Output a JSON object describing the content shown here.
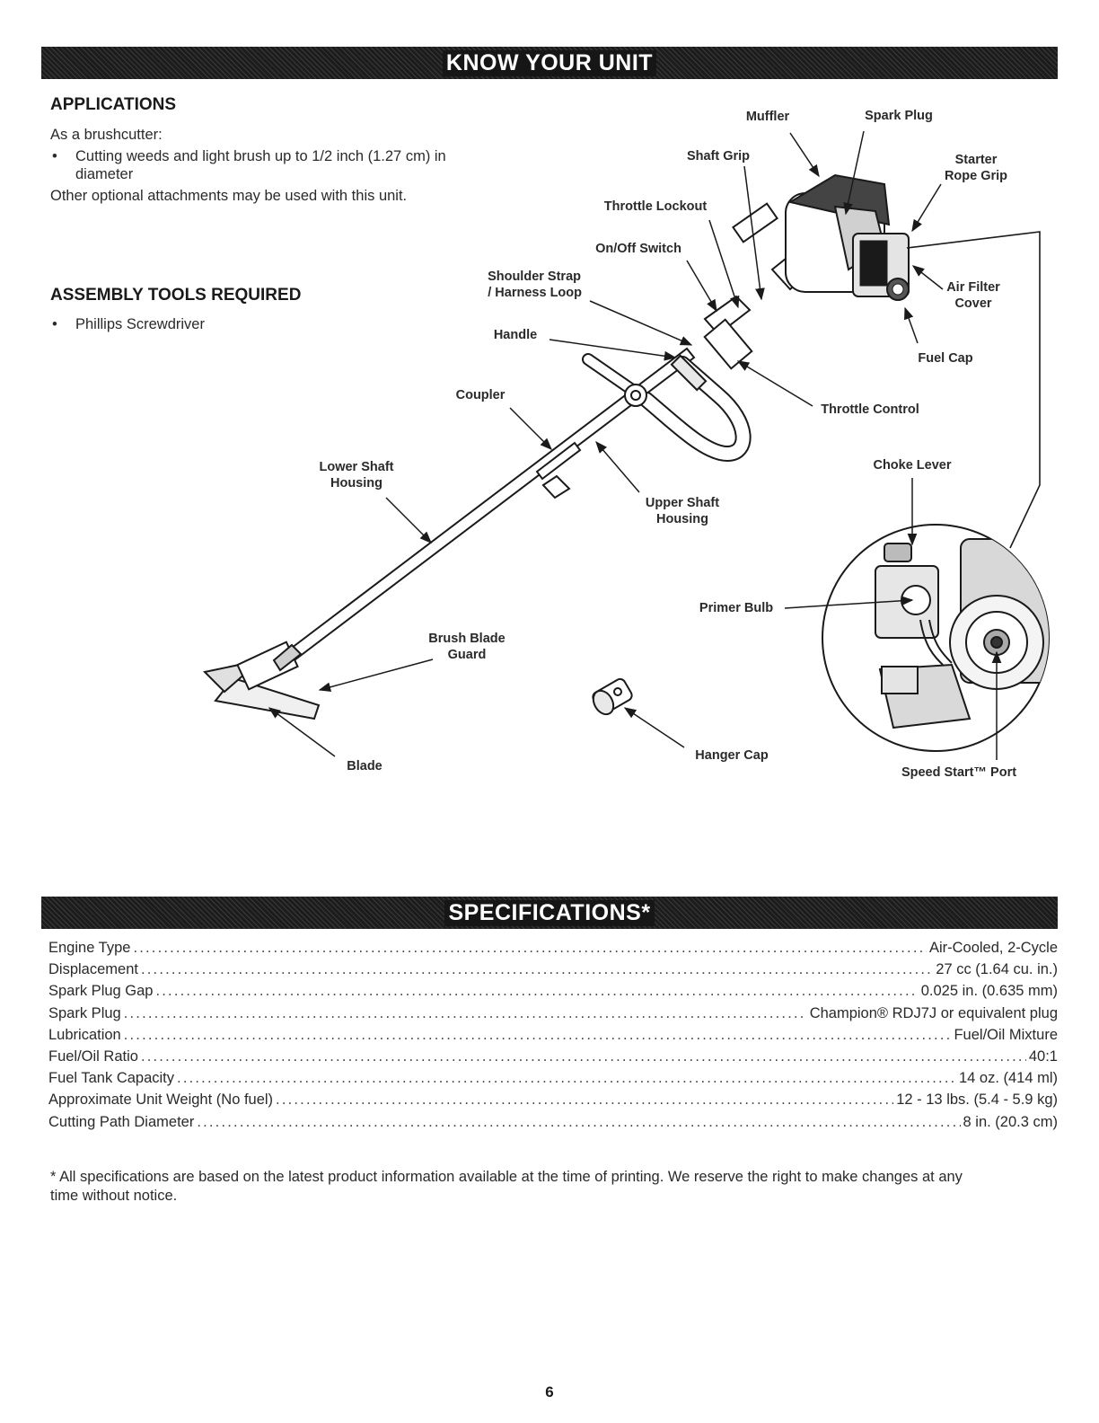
{
  "banners": {
    "know_your_unit": "KNOW YOUR UNIT",
    "specifications": "SPECIFICATIONS*"
  },
  "applications": {
    "title": "APPLICATIONS",
    "intro": "As a brushcutter:",
    "bullet_line1": "Cutting weeds and light brush up to 1/2 inch (1.27 cm) in",
    "bullet_line2": "diameter",
    "note": "Other optional attachments may be used with this unit."
  },
  "assembly_tools": {
    "title": "ASSEMBLY TOOLS REQUIRED",
    "item": "Phillips Screwdriver"
  },
  "diagram_labels": {
    "muffler": "Muffler",
    "spark_plug": "Spark Plug",
    "shaft_grip": "Shaft Grip",
    "starter_line1": "Starter",
    "starter_line2": "Rope Grip",
    "throttle_lockout": "Throttle Lockout",
    "on_off_switch": "On/Off Switch",
    "shoulder_line1": "Shoulder Strap",
    "shoulder_line2": "/ Harness Loop",
    "air_filter_line1": "Air Filter",
    "air_filter_line2": "Cover",
    "handle": "Handle",
    "fuel_cap": "Fuel Cap",
    "coupler": "Coupler",
    "throttle_control": "Throttle Control",
    "lower_shaft_line1": "Lower Shaft",
    "lower_shaft_line2": "Housing",
    "choke_lever": "Choke Lever",
    "upper_shaft_line1": "Upper Shaft",
    "upper_shaft_line2": "Housing",
    "primer_bulb": "Primer Bulb",
    "brush_guard_line1": "Brush Blade",
    "brush_guard_line2": "Guard",
    "blade": "Blade",
    "hanger_cap": "Hanger Cap",
    "speed_start_port": "Speed Start™ Port"
  },
  "specifications": [
    {
      "label": "Engine Type",
      "value": "Air-Cooled, 2-Cycle"
    },
    {
      "label": "Displacement",
      "value": "27 cc (1.64 cu. in.)"
    },
    {
      "label": "Spark Plug Gap",
      "value": "0.025 in. (0.635 mm)"
    },
    {
      "label": "Spark Plug",
      "value": "Champion® RDJ7J or equivalent plug"
    },
    {
      "label": "Lubrication",
      "value": "Fuel/Oil Mixture"
    },
    {
      "label": "Fuel/Oil Ratio",
      "value": "40:1"
    },
    {
      "label": "Fuel Tank Capacity",
      "value": "14 oz. (414 ml)"
    },
    {
      "label": "Approximate Unit Weight (No fuel)",
      "value": "12 - 13 lbs. (5.4 - 5.9 kg)"
    },
    {
      "label": "Cutting Path Diameter",
      "value": "8 in. (20.3 cm)"
    }
  ],
  "footnote_line1": "* All specifications are based on the latest product information available at the time of printing. We reserve the right to make changes at any",
  "footnote_line2": "time without notice.",
  "page_number": "6"
}
